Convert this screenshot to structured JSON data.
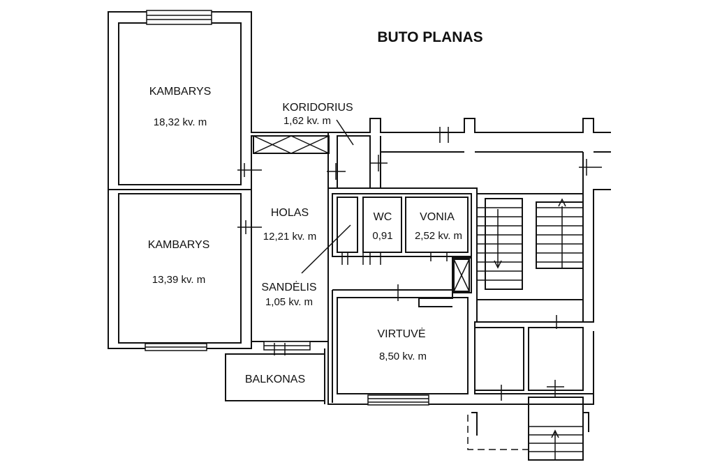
{
  "plan": {
    "title": "BUTO PLANAS",
    "rooms": {
      "bedroom_1": {
        "name": "KAMBARYS",
        "area": "18,32 kv. m"
      },
      "bedroom_2": {
        "name": "KAMBARYS",
        "area": "13,39 kv. m"
      },
      "corridor": {
        "name": "KORIDORIUS",
        "area": "1,62 kv. m"
      },
      "hall": {
        "name": "HOLAS",
        "area": "12,21 kv. m"
      },
      "wc": {
        "name": "WC",
        "area": "0,91"
      },
      "bathroom": {
        "name": "VONIA",
        "area": "2,52 kv. m"
      },
      "storage": {
        "name": "SANDĖLIS",
        "area": "1,05 kv. m"
      },
      "kitchen": {
        "name": "VIRTUVĖ",
        "area": "8,50 kv. m"
      },
      "balcony": {
        "name": "BALKONAS"
      }
    }
  }
}
